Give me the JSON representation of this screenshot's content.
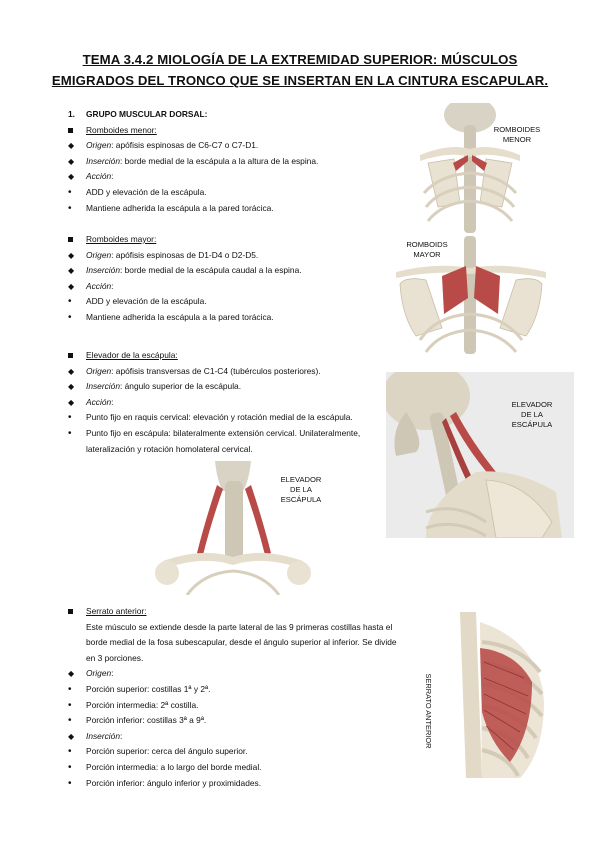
{
  "title": {
    "line1": "TEMA 3.4.2 MIOLOGÍA DE LA EXTREMIDAD SUPERIOR: MÚSCULOS",
    "line2": "EMIGRADOS DEL TRONCO QUE SE INSERTAN EN LA CINTURA ESCAPULAR."
  },
  "group": {
    "number": "1.",
    "label": "GRUPO MUSCULAR DORSAL:"
  },
  "romboides_menor": {
    "heading": "Romboides menor:",
    "origen_label": "Origen",
    "origen_text": ": apófisis espinosas de C6-C7 o C7-D1.",
    "insercion_label": "Inserción",
    "insercion_text": ": borde medial de la escápula a la altura de la espina.",
    "accion_label": "Acción",
    "accion_text": ":",
    "items": [
      "ADD y elevación de la escápula.",
      "Mantiene adherida la escápula a la pared torácica."
    ]
  },
  "romboides_mayor": {
    "heading": "Romboides mayor:",
    "origen_label": "Origen",
    "origen_text": ": apófisis espinosas de D1-D4 o D2-D5.",
    "insercion_label": "Inserción",
    "insercion_text": ": borde medial de la escápula caudal a la espina.",
    "accion_label": "Acción",
    "accion_text": ":",
    "items": [
      "ADD y elevación de la escápula.",
      "Mantiene adherida la escápula a la pared torácica."
    ]
  },
  "elevador": {
    "heading": "Elevador de la escápula:",
    "origen_label": "Origen",
    "origen_text": ": apófisis transversas de C1-C4 (tubérculos posteriores).",
    "insercion_label": "Inserción",
    "insercion_text": ": ángulo superior de la escápula.",
    "accion_label": "Acción",
    "accion_text": ":",
    "item1": "Punto fijo en raquis cervical: elevación y rotación medial de la escápula.",
    "item2_line1": "Punto fijo en escápula: bilateralmente extensión cervical. Unilateralmente,",
    "item2_line2": "lateralización y rotación homolateral cervical."
  },
  "serrato": {
    "heading": "Serrato anterior:",
    "desc_line1": "Este músculo se extiende desde la parte lateral de las 9 primeras costillas hasta el",
    "desc_line2": "borde medial de la fosa subescapular, desde el ángulo superior al inferior. Se divide",
    "desc_line3": "en 3 porciones.",
    "origen_label": "Origen",
    "origen_text": ":",
    "origen_items": [
      "Porción superior: costillas 1ª y 2ª.",
      "Porción intermedia: 2ª costilla.",
      "Porción inferior: costillas 3ª a 9ª."
    ],
    "insercion_label": "Inserción",
    "insercion_text": ":",
    "insercion_items": [
      "Porción superior: cerca del ángulo superior.",
      "Porción intermedia: a lo largo del borde medial.",
      "Porción inferior: ángulo inferior y proximidades."
    ]
  },
  "figures": {
    "romboides_menor": {
      "label1": "ROMBOIDES",
      "label2": "MENOR"
    },
    "romboides_mayor": {
      "label1": "ROMBOIDS",
      "label2": "MAYOR"
    },
    "elevador_lateral": {
      "label1": "ELEVADOR",
      "label2": "DE LA",
      "label3": "ESCÁPULA"
    },
    "elevador_frontal": {
      "label1": "ELEVADOR",
      "label2": "DE LA",
      "label3": "ESCÁPULA"
    },
    "serrato": {
      "label": "SERRATO ANTERIOR"
    }
  },
  "colors": {
    "bone": "#e8dfcf",
    "muscle": "#b84a48",
    "bg_gray": "#ebebeb"
  }
}
